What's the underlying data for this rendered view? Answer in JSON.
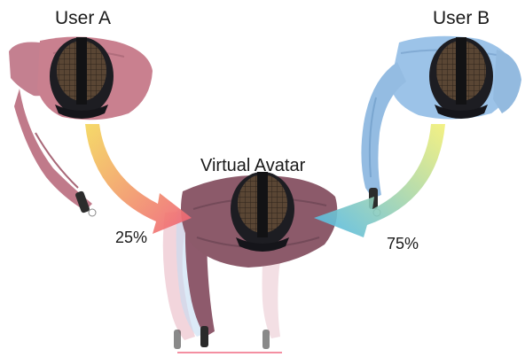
{
  "labels": {
    "user_a": "User A",
    "user_b": "User B",
    "avatar": "Virtual Avatar",
    "weight_a": "25%",
    "weight_b": "75%"
  },
  "colors": {
    "user_a_shirt": "#c9808f",
    "user_b_shirt": "#9cc3e8",
    "avatar_shirt": "#8c5a6a",
    "arrow_a_start": "#f3d24a",
    "arrow_a_end": "#f0607a",
    "arrow_b_start": "#f1ee6a",
    "arrow_b_end": "#4fb8ea"
  }
}
